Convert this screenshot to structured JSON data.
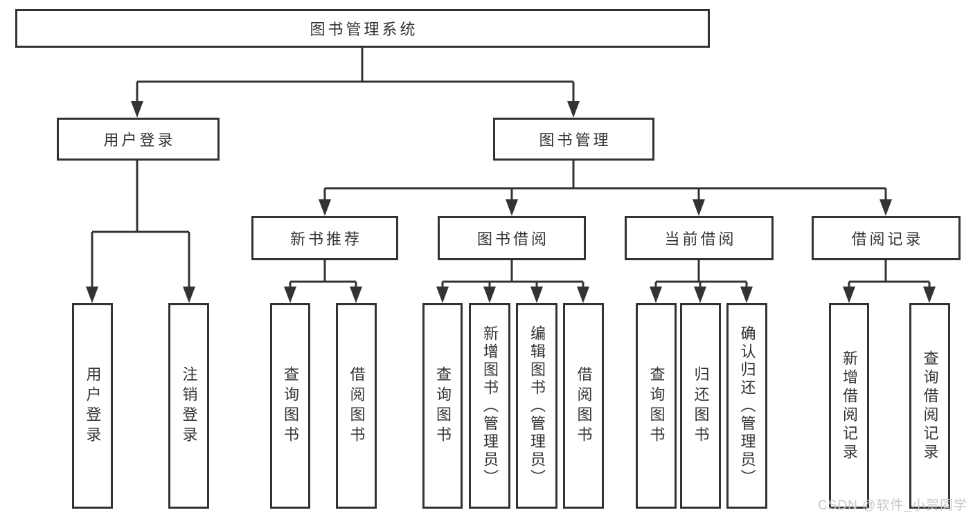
{
  "diagram": {
    "title": "图书管理系统",
    "root": {
      "label": "图书管理系统"
    },
    "level2": [
      {
        "label": "用户登录"
      },
      {
        "label": "图书管理"
      }
    ],
    "level3": [
      {
        "label": "新书推荐"
      },
      {
        "label": "图书借阅"
      },
      {
        "label": "当前借阅"
      },
      {
        "label": "借阅记录"
      }
    ],
    "leaves": [
      {
        "label": "用户登录",
        "parent": "用户登录"
      },
      {
        "label": "注销登录",
        "parent": "用户登录"
      },
      {
        "label": "查询图书",
        "parent": "新书推荐"
      },
      {
        "label": "借阅图书",
        "parent": "新书推荐"
      },
      {
        "label": "查询图书",
        "parent": "图书借阅"
      },
      {
        "label": "新增图书（管理员）",
        "parent": "图书借阅"
      },
      {
        "label": "编辑图书（管理员）",
        "parent": "图书借阅"
      },
      {
        "label": "借阅图书",
        "parent": "图书借阅"
      },
      {
        "label": "查询图书",
        "parent": "当前借阅"
      },
      {
        "label": "归还图书",
        "parent": "当前借阅"
      },
      {
        "label": "确认归还（管理员）",
        "parent": "当前借阅"
      },
      {
        "label": "新增借阅记录",
        "parent": "借阅记录"
      },
      {
        "label": "查询借阅记录",
        "parent": "借阅记录"
      }
    ],
    "watermark": "CSDN @软件_小贺同学",
    "colors": {
      "background": "#ffffff",
      "line": "#333333",
      "box_border": "#333333",
      "text": "#333333",
      "watermark_text": "#c8c8c8"
    }
  }
}
